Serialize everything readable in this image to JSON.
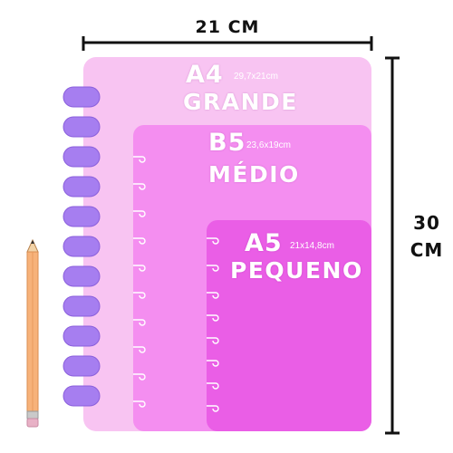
{
  "dimensions": {
    "width_label": "21 CM",
    "height_label_number": "30",
    "height_label_unit": "CM"
  },
  "notebooks": [
    {
      "code": "A4",
      "dims": "29,7x21cm",
      "name": "GRANDE",
      "color": "#f8c4f2"
    },
    {
      "code": "B5",
      "dims": "23,6x19cm",
      "name": "MÉDIO",
      "color": "#f48ef0"
    },
    {
      "code": "A5",
      "dims": "21x14,8cm",
      "name": "PEQUENO",
      "color": "#ea5ee6"
    }
  ],
  "colors": {
    "discs": "#a67ef0",
    "dimension_lines": "#111111",
    "pencil_body": "#f7b27a",
    "eraser": "#e8b1c6"
  },
  "icons": [
    "pencil-icon",
    "binder-disc-icon",
    "binder-ring-icon"
  ]
}
